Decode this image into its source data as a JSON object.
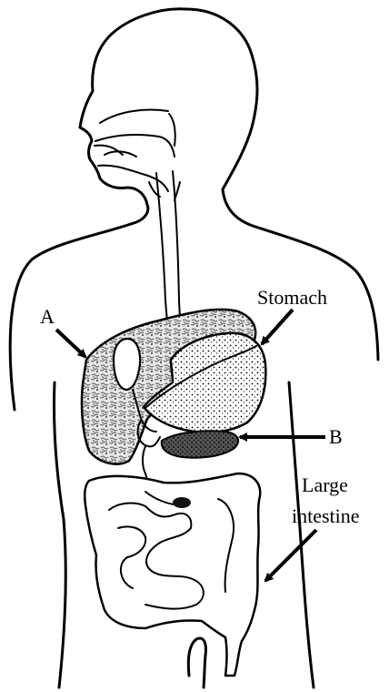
{
  "labels": {
    "a": "A",
    "stomach": "Stomach",
    "b": "B",
    "large_intestine_line1": "Large",
    "large_intestine_line2": "intestine"
  },
  "colors": {
    "ink": "#000000",
    "background": "#ffffff"
  }
}
